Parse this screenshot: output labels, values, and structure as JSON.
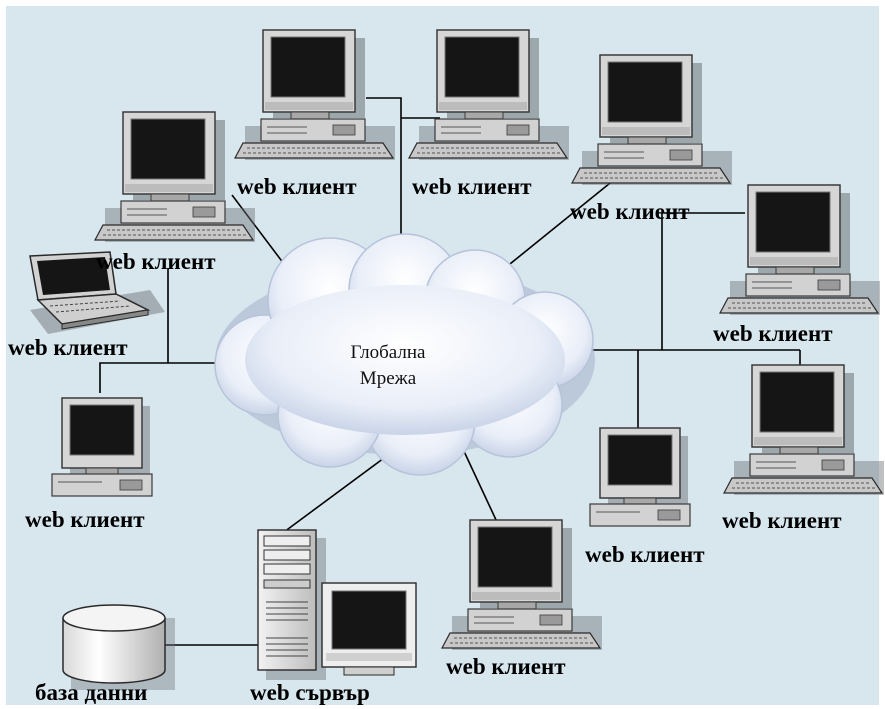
{
  "network": {
    "cloud_label_line1": "Глобална",
    "cloud_label_line2": "Мрежа"
  },
  "nodes": {
    "client_label": "web клиент",
    "server_label": "web сървър",
    "database_label": "база данни"
  },
  "colors": {
    "background": "#d8e6ee",
    "monitor_body": "#cfcfcf",
    "screen": "#141414",
    "cloud": "#f0f4fb",
    "line": "#000000"
  }
}
